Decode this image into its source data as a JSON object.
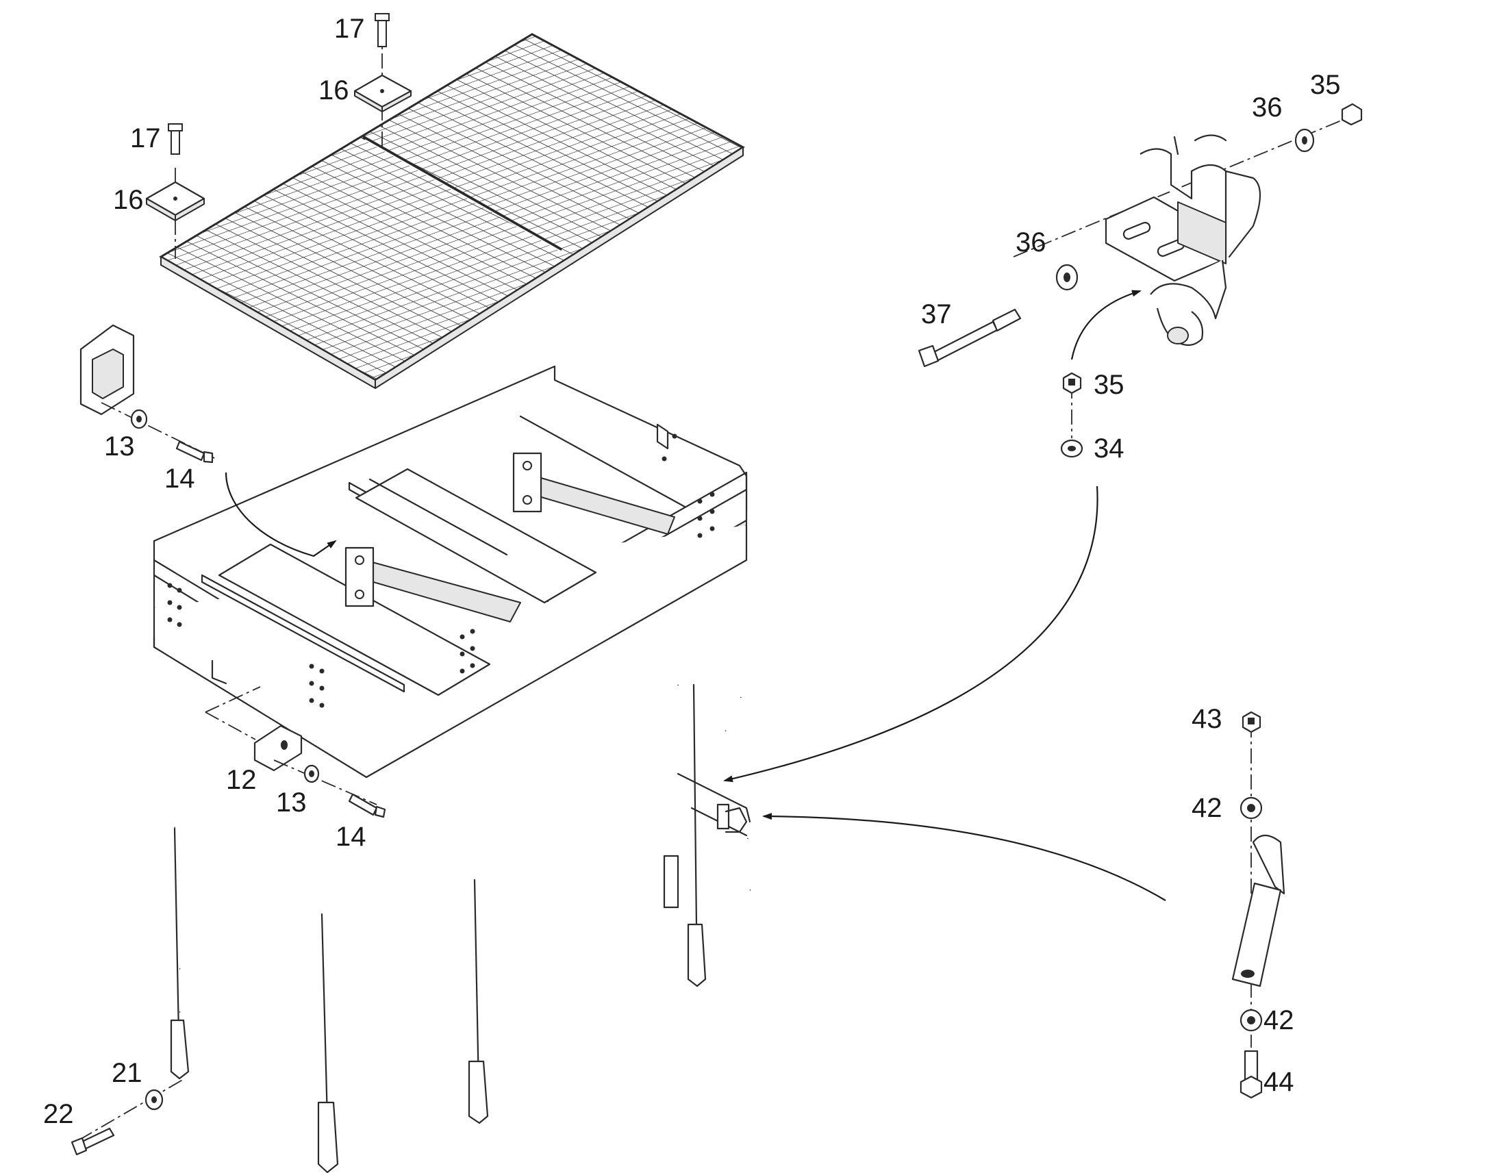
{
  "figure": {
    "callouts": [
      {
        "id": "c17a",
        "label": "17"
      },
      {
        "id": "c16a",
        "label": "16"
      },
      {
        "id": "c17b",
        "label": "17"
      },
      {
        "id": "c16b",
        "label": "16"
      },
      {
        "id": "c13a",
        "label": "13"
      },
      {
        "id": "c14a",
        "label": "14"
      },
      {
        "id": "c12",
        "label": "12"
      },
      {
        "id": "c13b",
        "label": "13"
      },
      {
        "id": "c14b",
        "label": "14"
      },
      {
        "id": "c21",
        "label": "21"
      },
      {
        "id": "c22",
        "label": "22"
      },
      {
        "id": "c35a",
        "label": "35"
      },
      {
        "id": "c36a",
        "label": "36"
      },
      {
        "id": "c36b",
        "label": "36"
      },
      {
        "id": "c37",
        "label": "37"
      },
      {
        "id": "c35b",
        "label": "35"
      },
      {
        "id": "c34",
        "label": "34"
      },
      {
        "id": "c43",
        "label": "43"
      },
      {
        "id": "c42a",
        "label": "42"
      },
      {
        "id": "c42b",
        "label": "42"
      },
      {
        "id": "c44",
        "label": "44"
      }
    ]
  }
}
